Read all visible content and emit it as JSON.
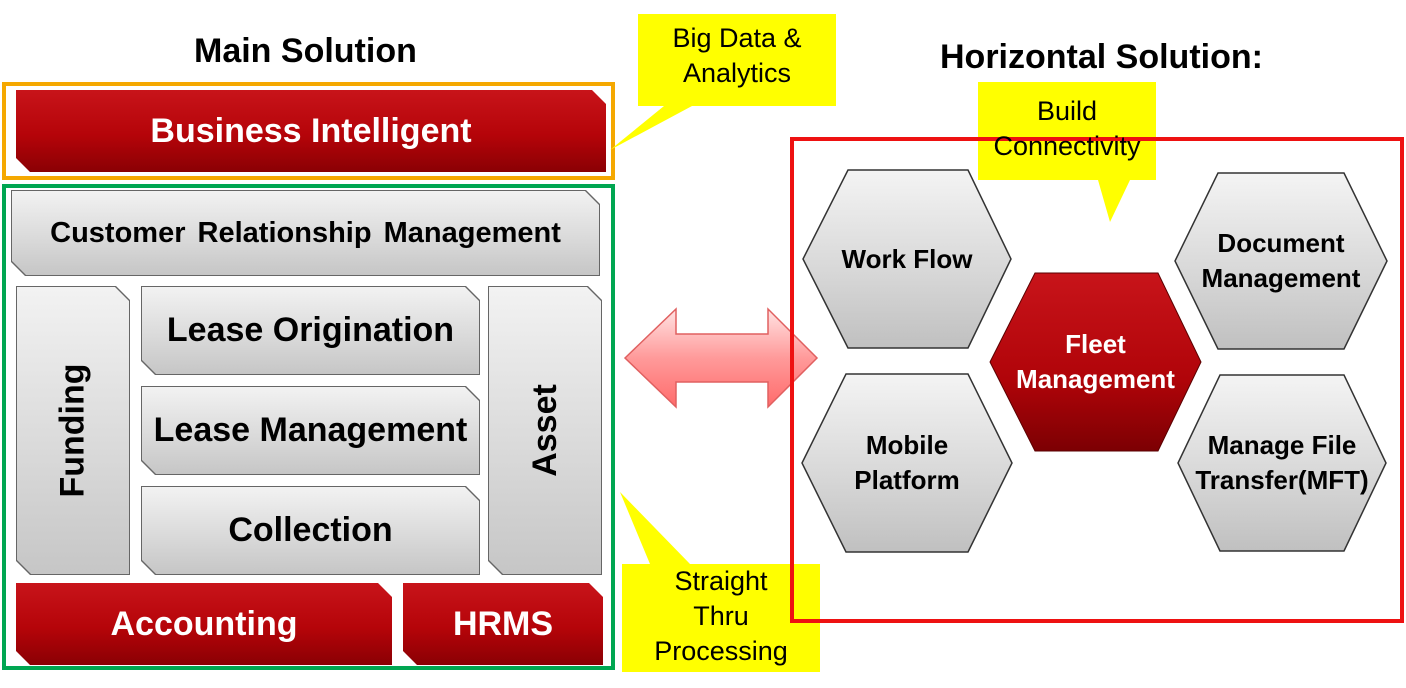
{
  "main": {
    "title": "Main Solution",
    "business_intelligent": "Business Intelligent",
    "crm": "Customer Relationship Management",
    "funding": "Funding",
    "lease_origination": "Lease Origination",
    "lease_management": "Lease Management",
    "collection": "Collection",
    "asset": "Asset",
    "accounting": "Accounting",
    "hrms": "HRMS"
  },
  "callouts": {
    "big_data": [
      "Big Data &",
      "Analytics"
    ],
    "build": [
      "Build",
      "Connectivity"
    ],
    "straight": [
      "Straight",
      "Thru",
      "Processing"
    ]
  },
  "horizontal": {
    "title": "Horizontal Solution:",
    "work_flow": [
      "Work Flow"
    ],
    "document_management": [
      "Document",
      "Management"
    ],
    "fleet_management": [
      "Fleet",
      "Management"
    ],
    "mobile_platform": [
      "Mobile",
      "Platform"
    ],
    "manage_file_transfer": [
      "Manage File",
      "Transfer(MFT)"
    ]
  },
  "colors": {
    "orange_frame": "#f5a800",
    "green_frame": "#00a651",
    "red_frame": "#ee1111",
    "callout_yellow": "#ffff00",
    "brand_red": "#b50409"
  }
}
